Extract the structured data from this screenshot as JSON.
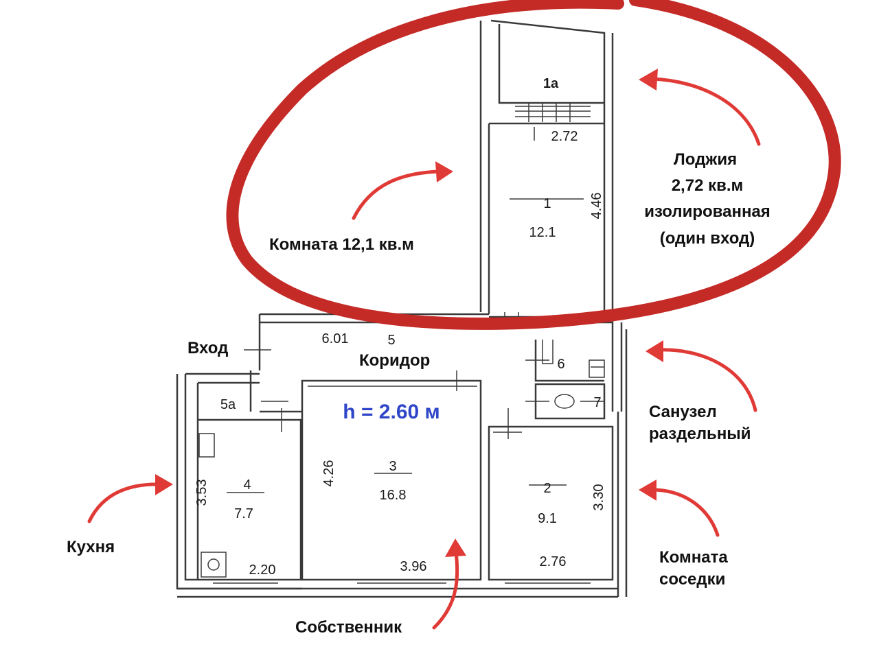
{
  "floor_height": "h = 2.60 м",
  "rooms": {
    "loggia": {
      "id": "1a",
      "width": "2.72"
    },
    "room1": {
      "id": "1",
      "area": "12.1",
      "height_dim": "4.46"
    },
    "corridor": {
      "id": "5",
      "area": "6.01"
    },
    "vestibule": {
      "id": "5a"
    },
    "bathroom": {
      "id": "6"
    },
    "toilet": {
      "id": "7"
    },
    "kitchen": {
      "id": "4",
      "area": "7.7",
      "height_dim": "3.53",
      "width": "2.20"
    },
    "room3": {
      "id": "3",
      "area": "16.8",
      "height_dim": "4.26",
      "width": "3.96"
    },
    "room2": {
      "id": "2",
      "area": "9.1",
      "height_dim": "3.30",
      "width": "2.76"
    }
  },
  "callouts": {
    "loggia": [
      "Лоджия",
      "2,72 кв.м",
      "изолированная",
      "(один вход)"
    ],
    "room12": "Комната 12,1 кв.м",
    "entrance": "Вход",
    "corridor": "Коридор",
    "bathroom": [
      "Санузел",
      "раздельный"
    ],
    "kitchen": "Кухня",
    "owner": "Собственник",
    "neighbor_room": [
      "Комната",
      "соседки"
    ]
  },
  "colors": {
    "annotation_red": "#e03a36",
    "wall": "#3a3a3a",
    "height_blue": "#2f46c8"
  }
}
